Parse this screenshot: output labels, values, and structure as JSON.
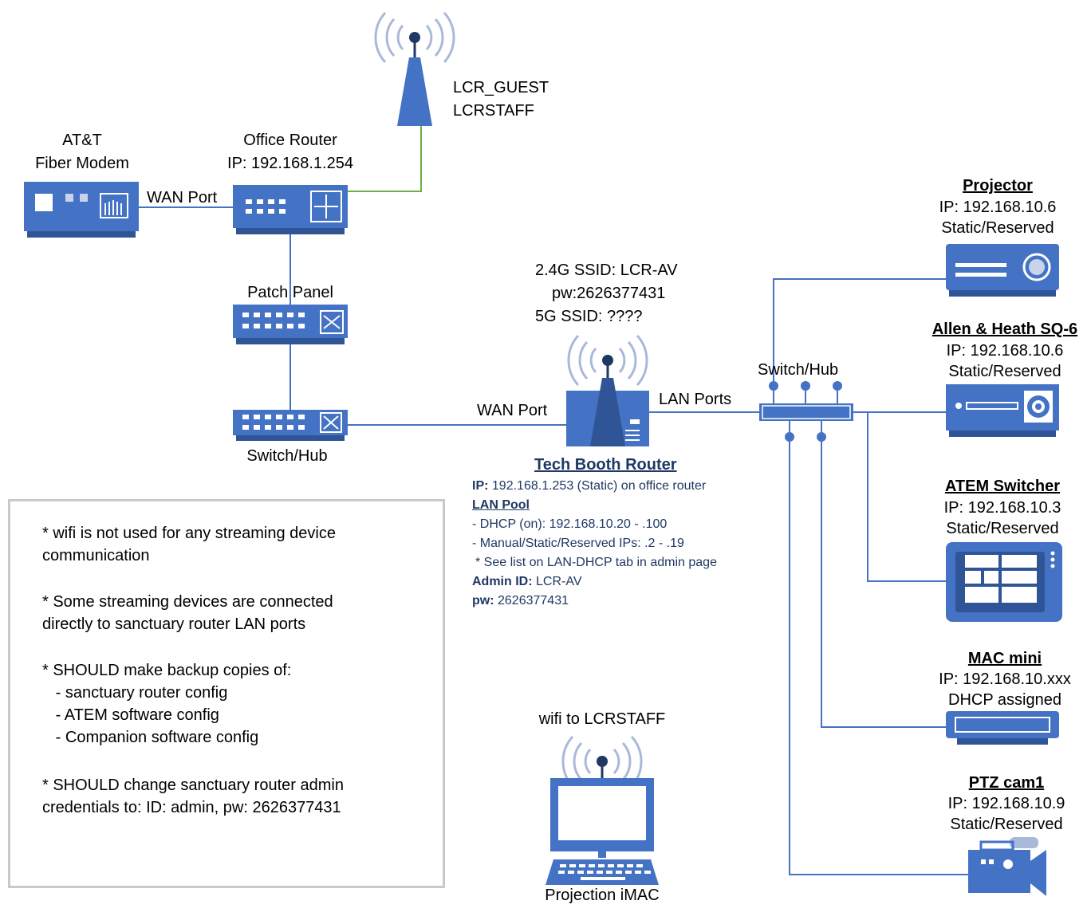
{
  "modem": {
    "line1": "AT&T",
    "line2": "Fiber Modem"
  },
  "office_router": {
    "line1": "Office Router",
    "line2": "IP: 192.168.1.254"
  },
  "wan_port_1": "WAN Port",
  "wifi_ssids": {
    "line1": "LCR_GUEST",
    "line2": "LCRSTAFF"
  },
  "patch_panel": "Patch Panel",
  "switch_left": "Switch/Hub",
  "wan_port_2": "WAN Port",
  "tech_ssid": {
    "line1": "2.4G SSID: LCR-AV",
    "line2": "pw:2626377431",
    "line3": "5G SSID: ????"
  },
  "lan_ports": "LAN Ports",
  "switch_right": "Switch/Hub",
  "tech_booth": {
    "title": "Tech Booth Router",
    "ip_label": "IP:",
    "ip_value": "192.168.1.253 (Static) on office router",
    "lan_pool": "LAN Pool",
    "dhcp": "- DHCP (on): 192.168.10.20 - .100",
    "manual": "- Manual/Static/Reserved IPs: .2 - .19",
    "see_list": "* See list on LAN-DHCP tab in admin page",
    "admin_label": "Admin ID:",
    "admin_value": "LCR-AV",
    "pw_label": "pw:",
    "pw_value": "2626377431"
  },
  "devices": [
    {
      "name": "Projector",
      "ip": "IP: 192.168.10.6",
      "mode": "Static/Reserved"
    },
    {
      "name": "Allen & Heath SQ-6",
      "ip": "IP: 192.168.10.6",
      "mode": "Static/Reserved"
    },
    {
      "name": "ATEM Switcher",
      "ip": "IP: 192.168.10.3",
      "mode": "Static/Reserved"
    },
    {
      "name": "MAC mini",
      "ip": "IP: 192.168.10.xxx",
      "mode": "DHCP assigned"
    },
    {
      "name": "PTZ cam1",
      "ip": "IP: 192.168.10.9",
      "mode": "Static/Reserved"
    }
  ],
  "imac": {
    "wifi": "wifi to LCRSTAFF",
    "label": "Projection iMAC"
  },
  "notes": [
    "* wifi is not used for any streaming device\ncommunication",
    "* Some streaming devices are connected\ndirectly to sanctuary router LAN ports",
    "* SHOULD make backup copies of:\n   - sanctuary router config\n   - ATEM software config\n   - Companion software config",
    "* SHOULD change sanctuary router admin\ncredentials to: ID: admin, pw: 2626377431"
  ],
  "colors": {
    "device": "#4472c4",
    "device_dark": "#2f5597",
    "wifi_wave": "#a9b9d9",
    "wire": "#4472c4",
    "wifi_wire": "#70ad47",
    "title_text": "#1f3864",
    "notes_border": "#c9c9c9"
  }
}
